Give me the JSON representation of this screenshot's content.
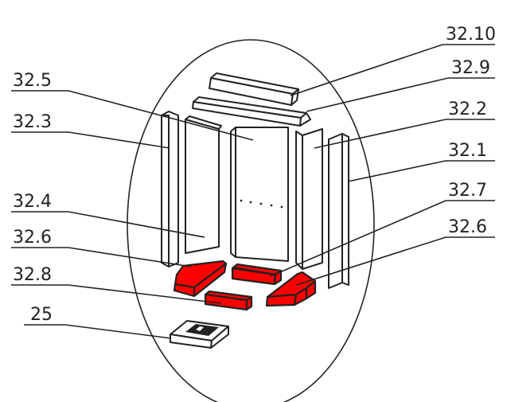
{
  "diagram": {
    "title": "Exploded view of firebox lining parts",
    "highlight_color": "#ff0000",
    "labels": {
      "l32_10": "32.10",
      "l32_9": "32.9",
      "l32_5": "32.5",
      "l32_3": "32.3",
      "l32_2": "32.2",
      "l32_1": "32.1",
      "l32_4": "32.4",
      "l32_7": "32.7",
      "l32_6a": "32.6",
      "l32_6b": "32.6",
      "l32_8": "32.8",
      "l25": "25"
    }
  }
}
